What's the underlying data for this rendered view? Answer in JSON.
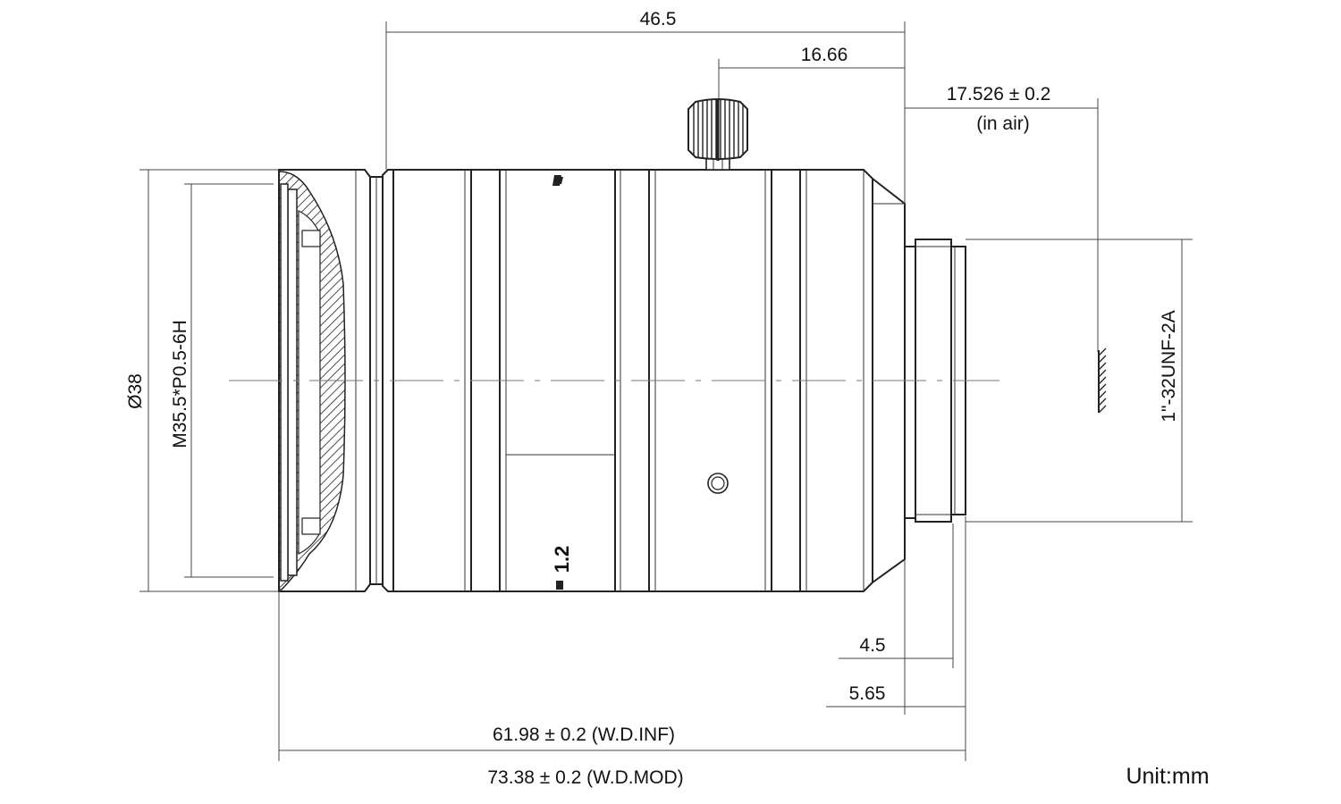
{
  "dimensions": {
    "overall_top": "46.5",
    "knob_to_flange": "16.66",
    "back_focus": "17.526 ± 0.2",
    "back_focus_note": "(in air)",
    "outer_diameter": "Ø38",
    "filter_thread": "M35.5*P0.5-6H",
    "mount_thread": "1\"-32UNF-2A",
    "mount_small": "4.5",
    "mount_large": "5.65",
    "length_inf": "61.98 ± 0.2 (W.D.INF)",
    "length_mod": "73.38 ± 0.2 (W.D.MOD)"
  },
  "ring_marks": {
    "aperture": "1.2"
  },
  "unit": "Unit:mm"
}
